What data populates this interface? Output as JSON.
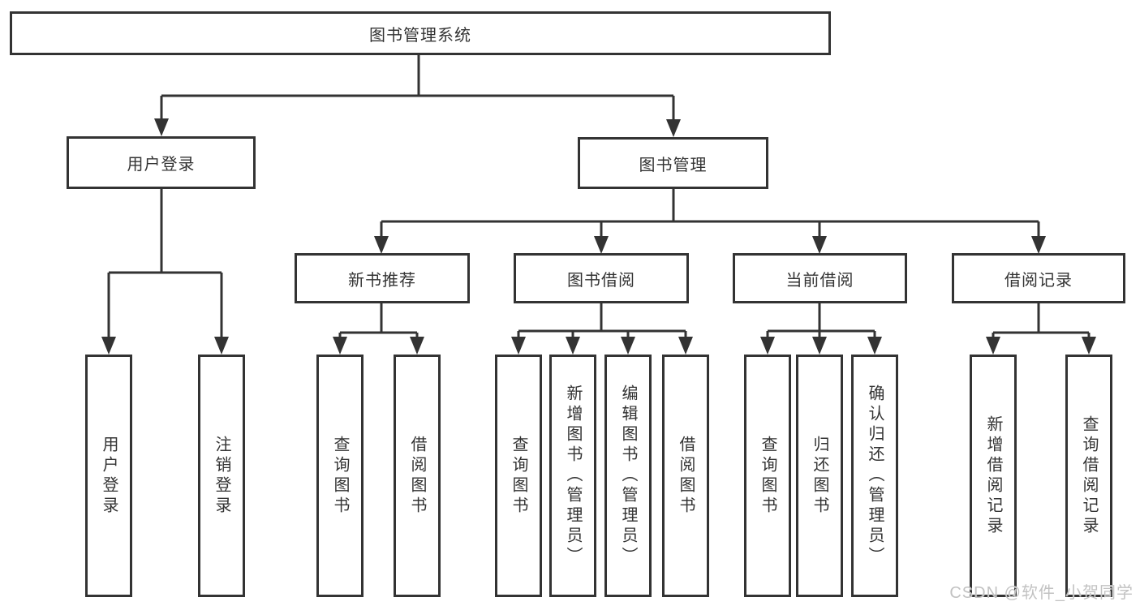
{
  "tree": {
    "label": "图书管理系统",
    "children": [
      {
        "label": "用户登录",
        "children": [
          {
            "label": "用户登录"
          },
          {
            "label": "注销登录"
          }
        ]
      },
      {
        "label": "图书管理",
        "children": [
          {
            "label": "新书推荐",
            "children": [
              {
                "label": "查询图书"
              },
              {
                "label": "借阅图书"
              }
            ]
          },
          {
            "label": "图书借阅",
            "children": [
              {
                "label": "查询图书"
              },
              {
                "label": "新增图书（管理员）"
              },
              {
                "label": "编辑图书（管理员）"
              },
              {
                "label": "借阅图书"
              }
            ]
          },
          {
            "label": "当前借阅",
            "children": [
              {
                "label": "查询图书"
              },
              {
                "label": "归还图书"
              },
              {
                "label": "确认归还（管理员）"
              }
            ]
          },
          {
            "label": "借阅记录",
            "children": [
              {
                "label": "新增借阅记录"
              },
              {
                "label": "查询借阅记录"
              }
            ]
          }
        ]
      }
    ]
  },
  "watermark": {
    "text": "CSDN @软件_小贺同学"
  },
  "colors": {
    "line": "#333333",
    "text": "#333333",
    "watermark": "#c2c2c2",
    "background": "#ffffff"
  }
}
